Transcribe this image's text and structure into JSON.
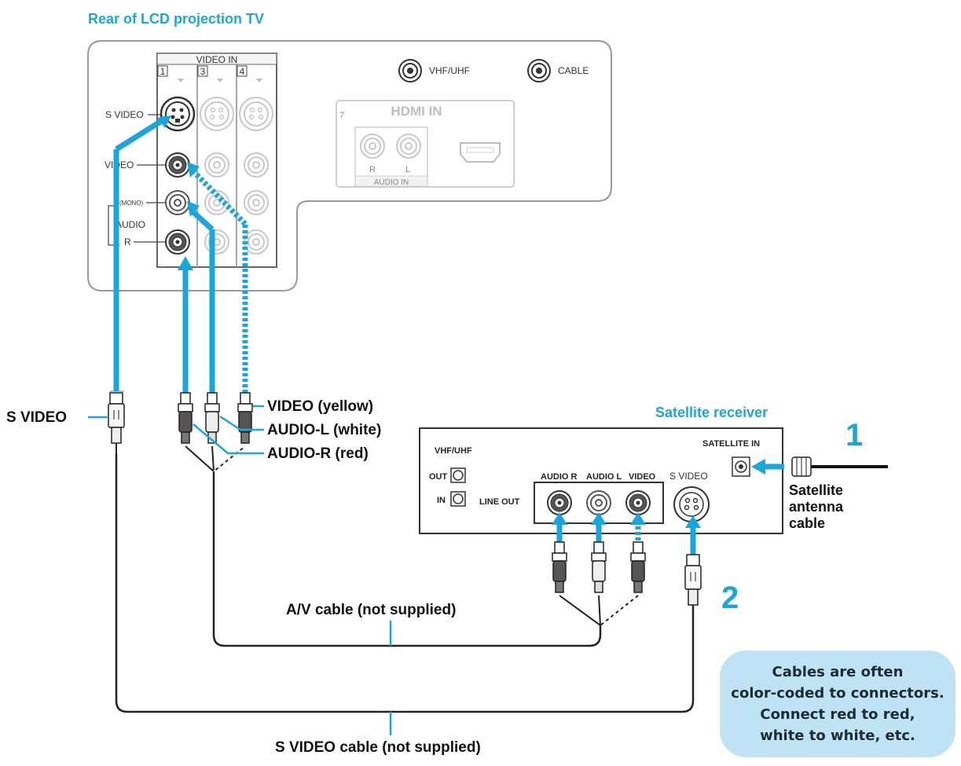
{
  "tv": {
    "title": "Rear of LCD projection TV",
    "video_in": "VIDEO IN",
    "input_numbers": [
      "1",
      "3",
      "4"
    ],
    "row_labels": {
      "s_video": "S VIDEO",
      "video": "VIDEO",
      "mono": "(MONO)",
      "audio": "AUDIO",
      "r": "R"
    },
    "vhf_uhf": "VHF/UHF",
    "cable": "CABLE",
    "hdmi_in": "HDMI IN",
    "hdmi_number": "7",
    "audio_in": "AUDIO IN",
    "audio_r": "R",
    "audio_l": "L"
  },
  "cables": {
    "s_video": "S VIDEO",
    "video_yellow": "VIDEO (yellow)",
    "audio_l_white": "AUDIO-L (white)",
    "audio_r_red": "AUDIO-R (red)",
    "av_cable": "A/V cable (not supplied)",
    "s_video_cable": "S VIDEO cable (not supplied)"
  },
  "receiver": {
    "title": "Satellite receiver",
    "satellite_in": "SATELLITE IN",
    "vhf_uhf": "VHF/UHF",
    "out": "OUT",
    "in": "IN",
    "line_out": "LINE OUT",
    "audio_r": "AUDIO R",
    "audio_l": "AUDIO L",
    "video": "VIDEO",
    "s_video": "S VIDEO"
  },
  "antenna": {
    "line1": "Satellite",
    "line2": "antenna",
    "line3": "cable"
  },
  "steps": [
    "1",
    "2"
  ],
  "tip": {
    "lines": [
      "Cables are often",
      "color-coded to connectors.",
      "Connect red to red,",
      "white to white, etc."
    ]
  },
  "colors": {
    "accent": "#1aa6dc",
    "tip_bg": "#bfe3f5",
    "panel_stroke": "#9a9a9a"
  }
}
